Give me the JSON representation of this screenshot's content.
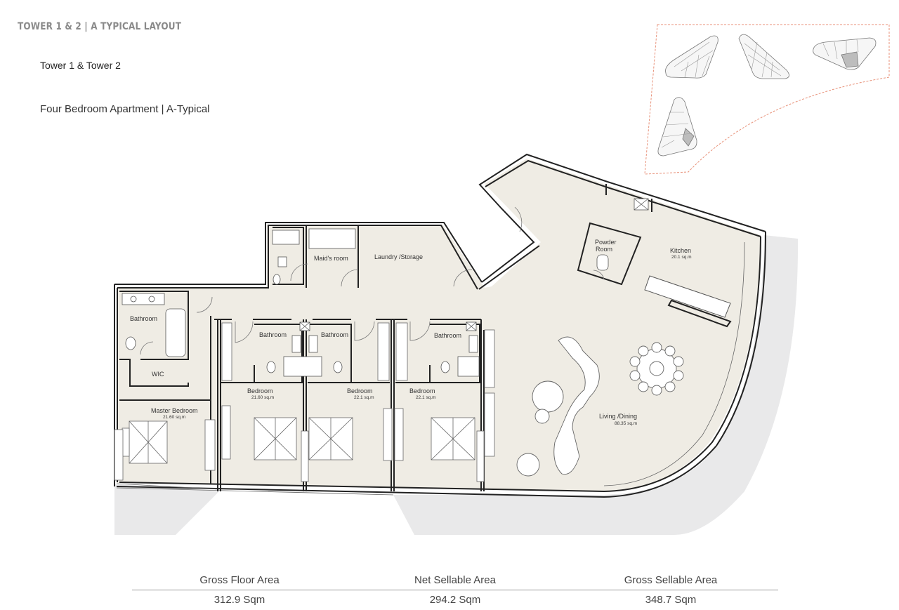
{
  "header": {
    "title": "TOWER 1 & 2 | A TYPICAL LAYOUT",
    "towers": "Tower 1 & Tower 2",
    "apartment": "Four Bedroom Apartment | A-Typical"
  },
  "rooms": {
    "maids_room": "Maid's room",
    "laundry": "Laundry /Storage",
    "powder_room_1": "Powder",
    "powder_room_2": "Room",
    "kitchen": "Kitchen",
    "kitchen_area": "20.1 sq.m",
    "bathroom_master": "Bathroom",
    "wic": "WIC",
    "master_bedroom": "Master Bedroom",
    "master_bedroom_area": "21.60 sq.m",
    "bathroom_2": "Bathroom",
    "bathroom_3": "Bathroom",
    "bathroom_4": "Bathroom",
    "bedroom_2": "Bedroom",
    "bedroom_2_area": "21.60 sq.m",
    "bedroom_3": "Bedroom",
    "bedroom_3_area": "22.1 sq.m",
    "bedroom_4": "Bedroom",
    "bedroom_4_area": "22.1 sq.m",
    "living": "Living /Dining",
    "living_area": "88.35 sq.m"
  },
  "areas": {
    "gross_floor_label": "Gross Floor Area",
    "gross_floor_value": "312.9 Sqm",
    "net_sellable_label": "Net Sellable Area",
    "net_sellable_value": "294.2 Sqm",
    "gross_sellable_label": "Gross Sellable Area",
    "gross_sellable_value": "348.7 Sqm"
  },
  "colors": {
    "room_fill": "#efece4",
    "wall": "#222222",
    "terrace": "#e9e9ea",
    "keyplan_boundary": "#e8927a",
    "highlight_unit": "#bdbdbd"
  }
}
